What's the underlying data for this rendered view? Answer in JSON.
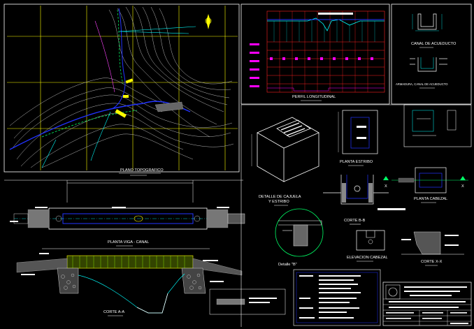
{
  "sheet": {
    "colors": {
      "background": "#000000",
      "frame": "#ffffff",
      "grid": "#ffff00",
      "blue": "#2233ff",
      "green": "#00ff66",
      "cyan": "#00ffff",
      "magenta": "#ff00ff",
      "red": "#ff2222"
    },
    "labels": {
      "plano_topografico": "PLANO TOPOGRAFICO",
      "perfil_longitudinal": "PERFIL LONGITUDINAL",
      "canal_acueducto": "CANAL DE ACUEDUCTO",
      "armadura_canal": "ARMADURA, CANAL DE ACUEDUCTO",
      "planta_estribo": "PLANTA ESTRIBO",
      "detalle_cajuela": "DETALLE DE CAJUELA",
      "y_estribo": "Y ESTRIBO",
      "planta_cabezal": "PLANTA CABEZAL",
      "corte_bb": "CORTE B-B",
      "planta_viga_canal": "PLANTA VIGA - CANAL",
      "detalle_b": "Detalle \"B\"",
      "elevacion_cabezal": "ELEVACION CABEZAL",
      "corte_xx": "CORTE X-X",
      "corte_aa": "CORTE A-A",
      "x_marker": "X"
    }
  }
}
